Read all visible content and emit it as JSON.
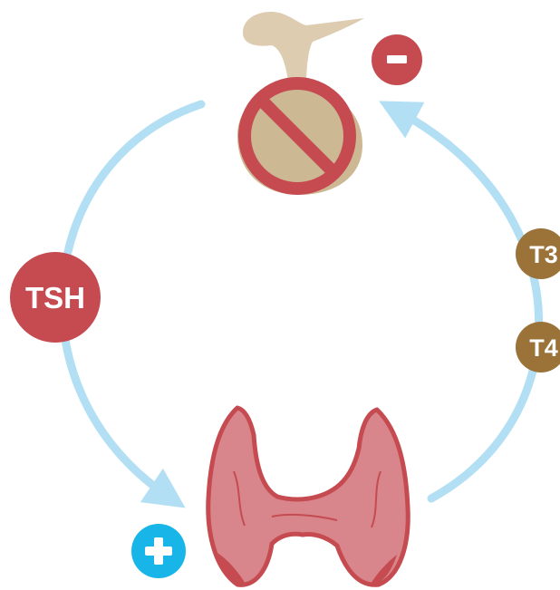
{
  "labels": {
    "tsh": "TSH",
    "t3": "T3",
    "t4": "T4"
  },
  "icons": {
    "inhibit_sign": "minus-icon",
    "stimulate_sign": "plus-icon",
    "blocked": "no-entry-icon",
    "top_organ": "pituitary-gland-icon",
    "bottom_organ": "thyroid-gland-icon"
  },
  "colors": {
    "arrow": "#B3DFF4",
    "tsh_badge": "#C54B51",
    "hormone_badge": "#9B7339",
    "minus_badge": "#C54B51",
    "plus_badge": "#18B5E8",
    "no_sign": "#C54B51",
    "thyroid_fill": "#D8868C",
    "thyroid_shade": "#C54B51",
    "pituitary": "#DDCCB0"
  }
}
